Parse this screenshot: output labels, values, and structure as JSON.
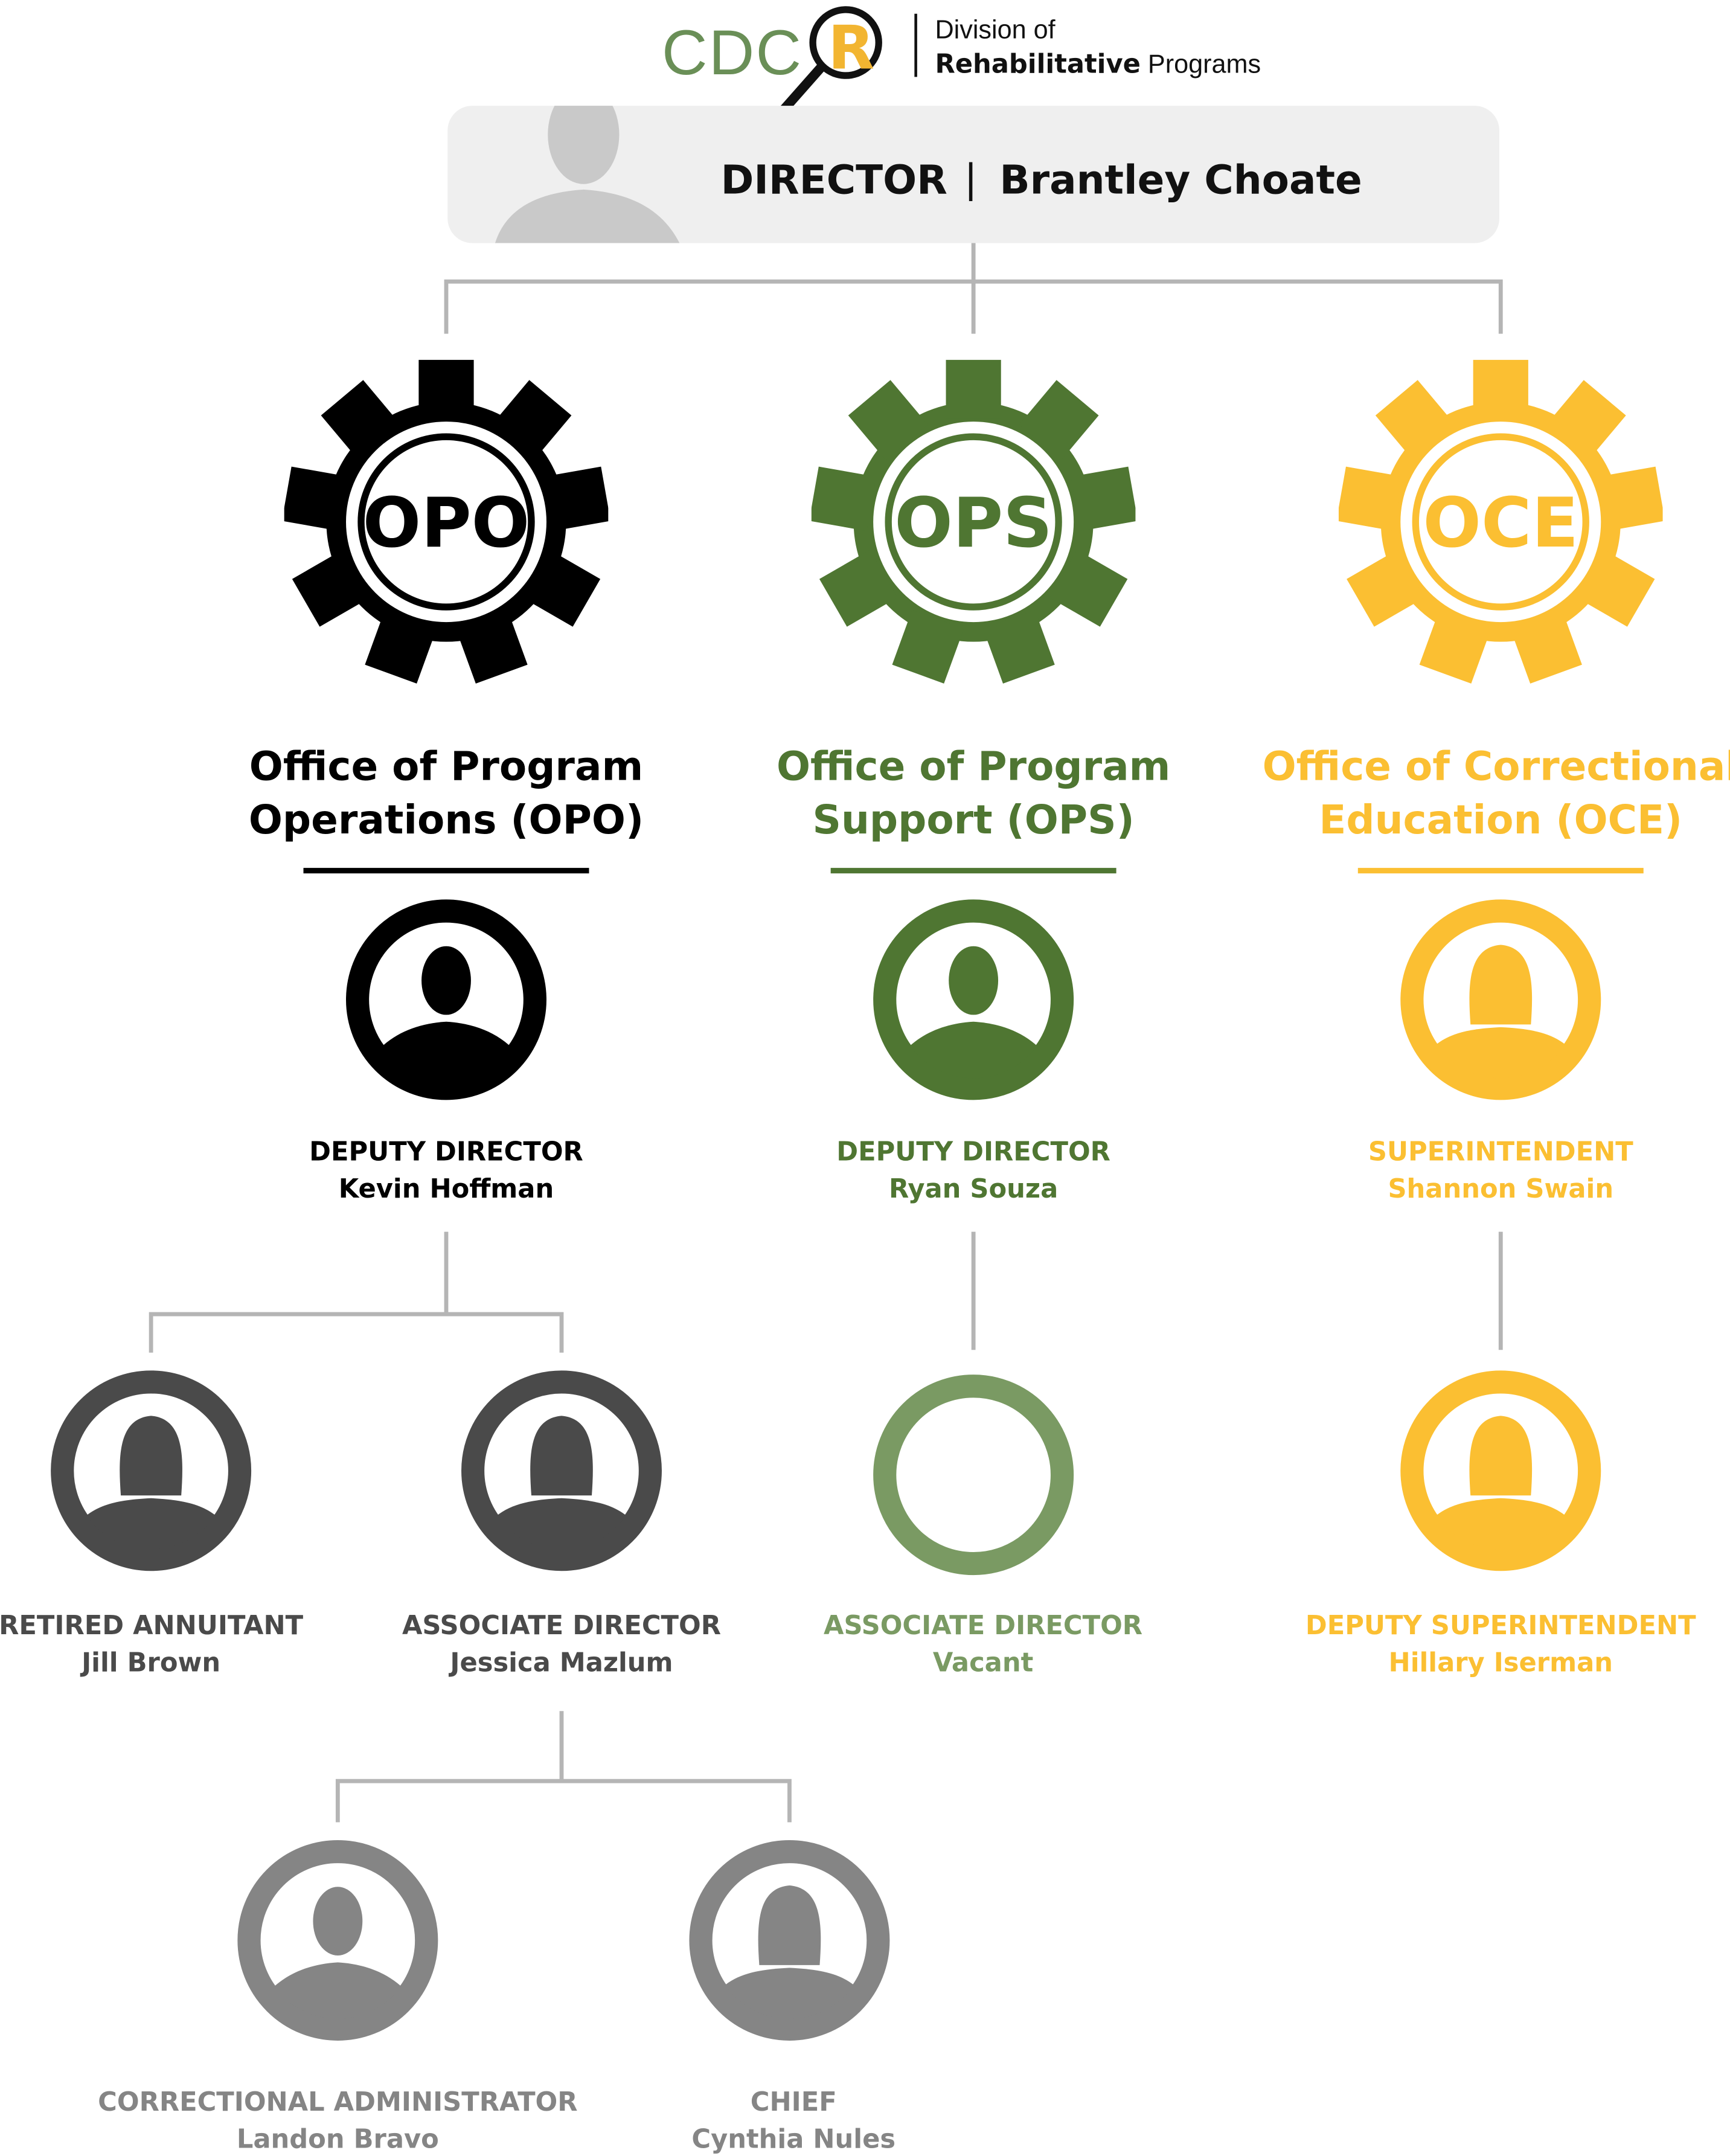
{
  "logo": {
    "letters": "CDCR",
    "division_line1": "Division of",
    "division_line2_bold": "Rehabilitative",
    "division_line2_rest": " Programs"
  },
  "director": {
    "title": "DIRECTOR",
    "separator": "|",
    "name": "Brantley Choate"
  },
  "offices": [
    {
      "abbr": "OPO",
      "name_line1": "Office of Program",
      "name_line2": "Operations (OPO)",
      "color": "#000000",
      "head": {
        "title": "DEPUTY DIRECTOR",
        "name": "Kevin Hoffman",
        "avatar": "male-silhouette-icon"
      }
    },
    {
      "abbr": "OPS",
      "name_line1": "Office of Program",
      "name_line2": "Support (OPS)",
      "color": "#4f7632",
      "head": {
        "title": "DEPUTY DIRECTOR",
        "name": "Ryan Souza",
        "avatar": "male-silhouette-icon"
      }
    },
    {
      "abbr": "OCE",
      "name_line1": "Office of Correctional",
      "name_line2": "Education (OCE)",
      "color": "#fbbf32",
      "head": {
        "title": "SUPERINTENDENT",
        "name": "Shannon Swain",
        "avatar": "female-silhouette-icon"
      }
    }
  ],
  "staff": {
    "retired_annuitant": {
      "title": "RETIRED ANNUITANT",
      "name": "Jill Brown",
      "color": "#4a4a4a",
      "avatar": "female-silhouette-icon"
    },
    "associate_director_opo": {
      "title": "ASSOCIATE DIRECTOR",
      "name": "Jessica Mazlum",
      "color": "#4a4a4a",
      "avatar": "female-silhouette-icon"
    },
    "associate_director_ops": {
      "title": "ASSOCIATE DIRECTOR",
      "name": "Vacant",
      "color": "#7a9a63",
      "avatar": "empty-ring-icon"
    },
    "deputy_superintendent": {
      "title": "DEPUTY SUPERINTENDENT",
      "name": "Hillary Iserman",
      "color": "#fbbf32",
      "avatar": "female-silhouette-icon"
    },
    "correctional_administrator": {
      "title": "CORRECTIONAL ADMINISTRATOR",
      "name": "Landon Bravo",
      "color": "#858585",
      "avatar": "male-silhouette-icon"
    },
    "chief": {
      "title": "CHIEF",
      "name": "Cynthia Nules",
      "color": "#858585",
      "avatar": "female-silhouette-icon"
    }
  },
  "colors": {
    "logo_green": "#6a8f57",
    "logo_gold": "#f2b531",
    "director_bg": "#efefef",
    "connector": "#b5b5b5",
    "director_silhouette": "#c9c9c9"
  }
}
